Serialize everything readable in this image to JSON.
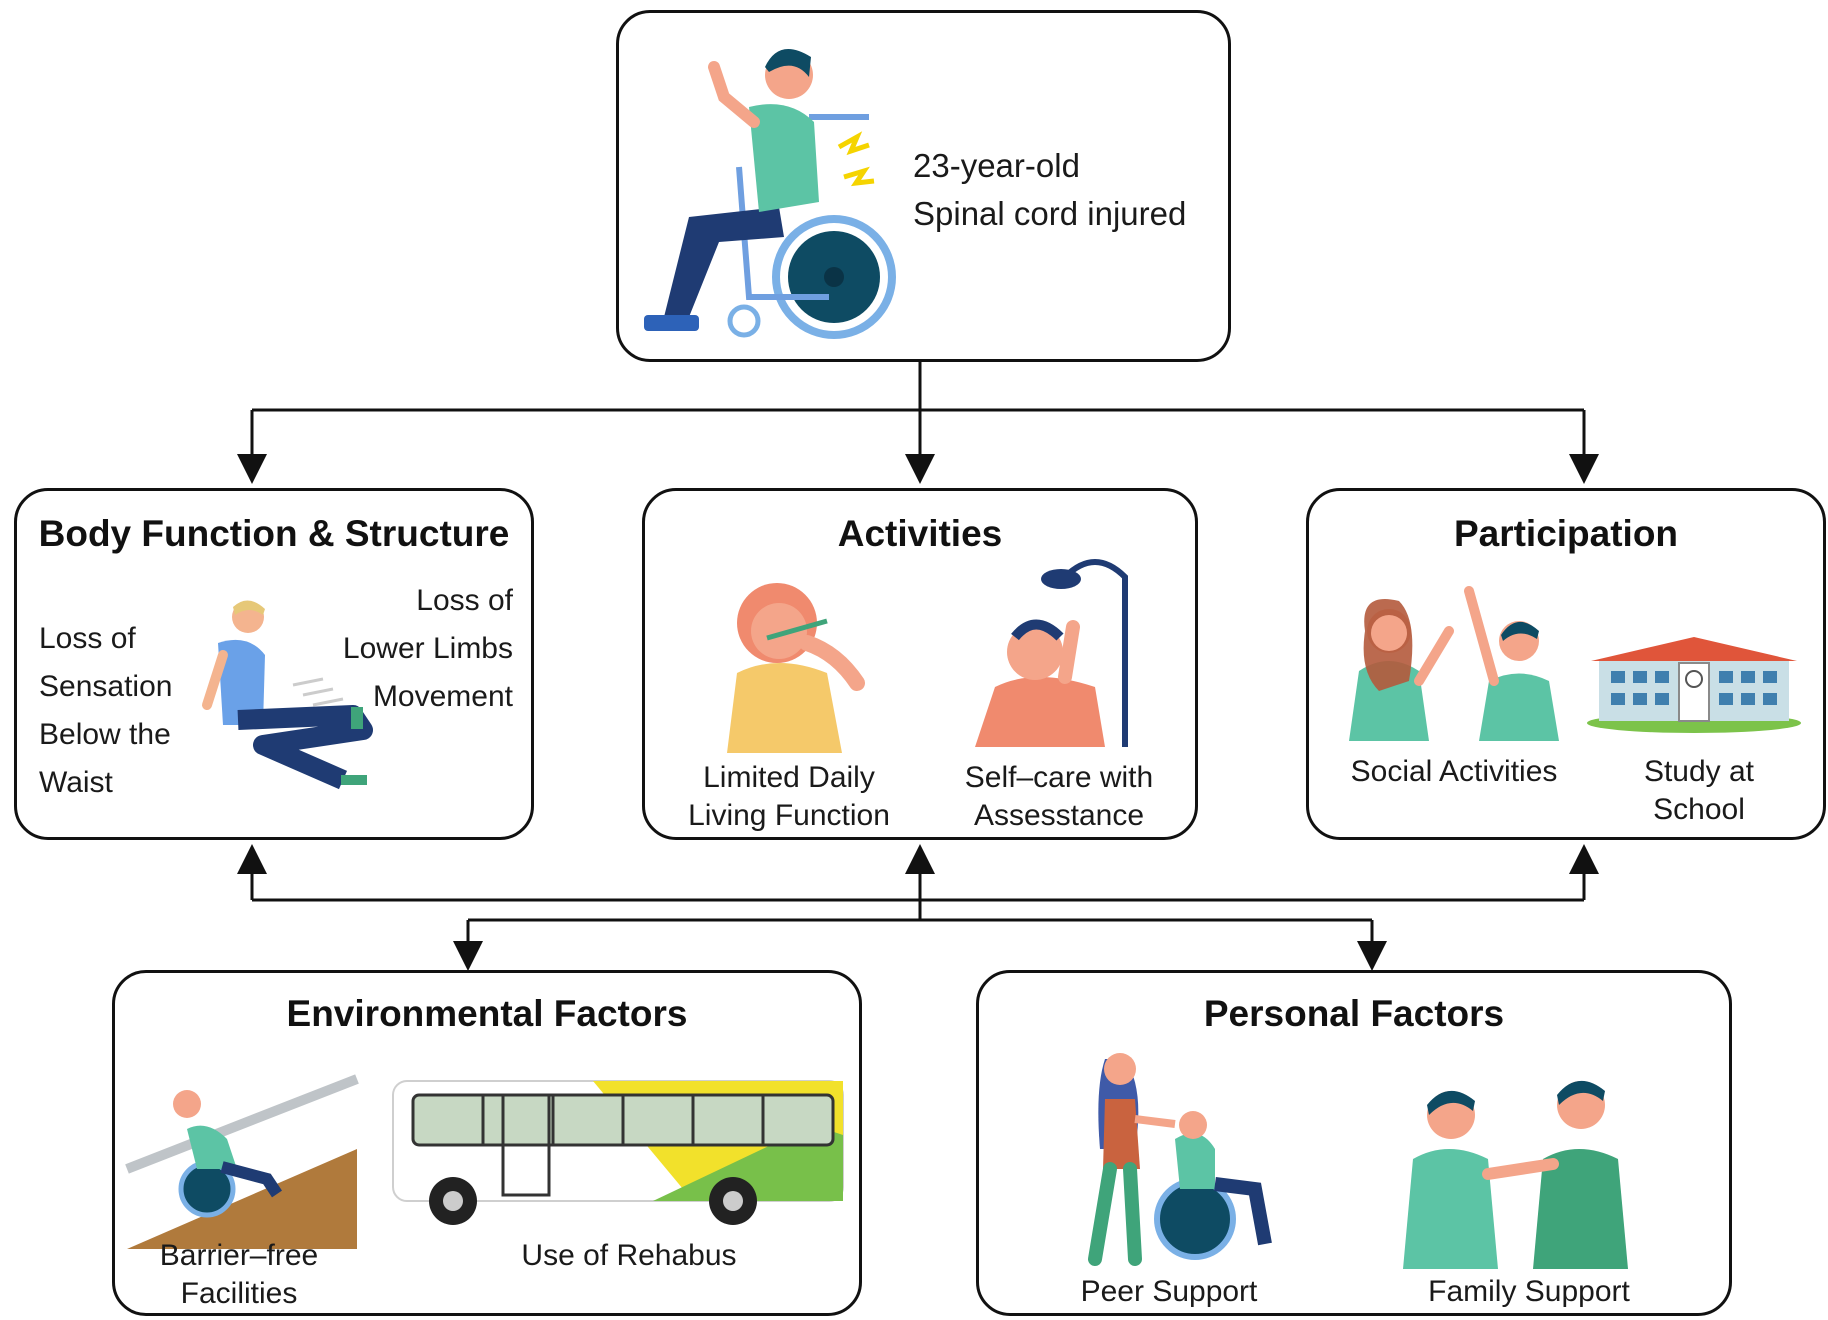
{
  "patient": {
    "line1": "23-year-old",
    "line2": "Spinal cord injured"
  },
  "body_function": {
    "title": "Body Function & Structure",
    "left_lines": [
      "Loss of",
      "Sensation",
      "Below the",
      "Waist"
    ],
    "right_lines": [
      "Loss of",
      "Lower Limbs",
      "Movement"
    ]
  },
  "activities": {
    "title": "Activities",
    "items": [
      {
        "lines": [
          "Limited Daily",
          "Living Function"
        ]
      },
      {
        "lines": [
          "Self–care with",
          "Assesstance"
        ]
      }
    ]
  },
  "participation": {
    "title": "Participation",
    "items": [
      {
        "lines": [
          "Social Activities"
        ]
      },
      {
        "lines": [
          "Study at",
          "School"
        ]
      }
    ]
  },
  "environmental": {
    "title": "Environmental Factors",
    "items": [
      {
        "lines": [
          "Barrier–free",
          "Facilities"
        ]
      },
      {
        "lines": [
          "Use of Rehabus"
        ]
      }
    ]
  },
  "personal": {
    "title": "Personal Factors",
    "items": [
      {
        "lines": [
          "Peer Support"
        ]
      },
      {
        "lines": [
          "Family Support"
        ]
      }
    ]
  }
}
